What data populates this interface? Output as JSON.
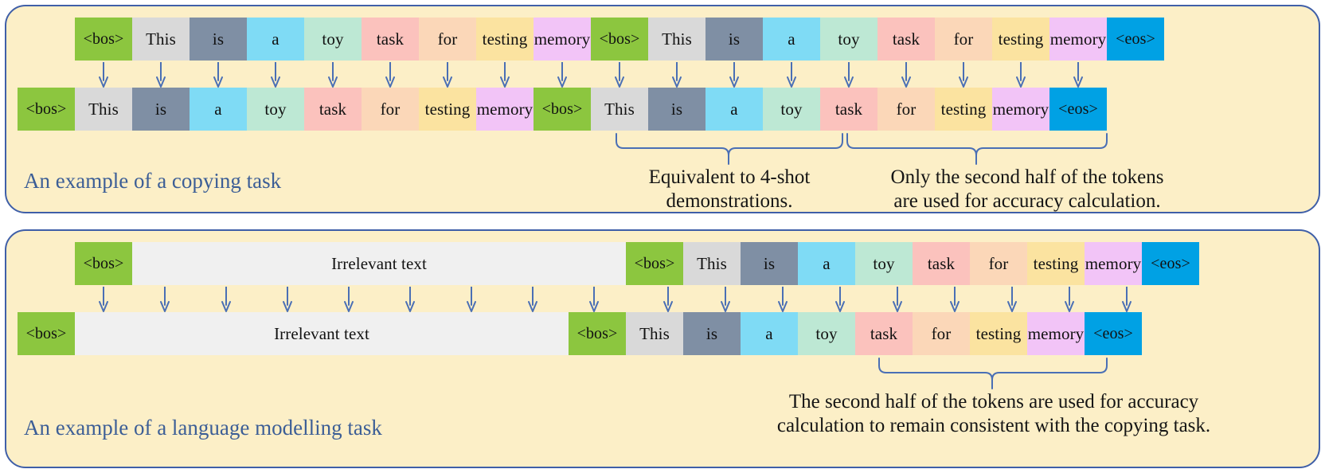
{
  "colors": {
    "panel_bg": "#FCEFC7",
    "panel_border": "#3F5FA8",
    "caption_text": "#3C5E96",
    "arrow": "#4A6FB5",
    "brace": "#4A6FB5",
    "bos": "#8CC63F",
    "eos": "#00A1E4",
    "this": "#D9D9D9",
    "is": "#7F8FA4",
    "a": "#7FDBF5",
    "toy": "#BDE8D4",
    "task": "#FBC2BD",
    "for": "#FBD7B8",
    "testing": "#FBE3A0",
    "memory": "#F2C4F7",
    "irrelevant": "#F0F0F0"
  },
  "panels": [
    {
      "id": "copying",
      "caption": "An example of a copying task",
      "input_row": {
        "label": "input-token-row",
        "tokens": [
          {
            "text": "<bos>",
            "color_key": "bos"
          },
          {
            "text": "This",
            "color_key": "this"
          },
          {
            "text": "is",
            "color_key": "is"
          },
          {
            "text": "a",
            "color_key": "a"
          },
          {
            "text": "toy",
            "color_key": "toy"
          },
          {
            "text": "task",
            "color_key": "task"
          },
          {
            "text": "for",
            "color_key": "for"
          },
          {
            "text": "testing",
            "color_key": "testing"
          },
          {
            "text": "memory",
            "color_key": "memory"
          },
          {
            "text": "<bos>",
            "color_key": "bos"
          },
          {
            "text": "This",
            "color_key": "this"
          },
          {
            "text": "is",
            "color_key": "is"
          },
          {
            "text": "a",
            "color_key": "a"
          },
          {
            "text": "toy",
            "color_key": "toy"
          },
          {
            "text": "task",
            "color_key": "task"
          },
          {
            "text": "for",
            "color_key": "for"
          },
          {
            "text": "testing",
            "color_key": "testing"
          },
          {
            "text": "memory",
            "color_key": "memory"
          },
          {
            "text": "<eos>",
            "color_key": "eos"
          }
        ]
      },
      "output_row": {
        "label": "output-token-row",
        "tokens": [
          {
            "text": "<bos>",
            "color_key": "bos"
          },
          {
            "text": "This",
            "color_key": "this"
          },
          {
            "text": "is",
            "color_key": "is"
          },
          {
            "text": "a",
            "color_key": "a"
          },
          {
            "text": "toy",
            "color_key": "toy"
          },
          {
            "text": "task",
            "color_key": "task"
          },
          {
            "text": "for",
            "color_key": "for"
          },
          {
            "text": "testing",
            "color_key": "testing"
          },
          {
            "text": "memory",
            "color_key": "memory"
          },
          {
            "text": "<bos>",
            "color_key": "bos"
          },
          {
            "text": "This",
            "color_key": "this"
          },
          {
            "text": "is",
            "color_key": "is"
          },
          {
            "text": "a",
            "color_key": "a"
          },
          {
            "text": "toy",
            "color_key": "toy"
          },
          {
            "text": "task",
            "color_key": "task"
          },
          {
            "text": "for",
            "color_key": "for"
          },
          {
            "text": "testing",
            "color_key": "testing"
          },
          {
            "text": "memory",
            "color_key": "memory"
          },
          {
            "text": "<eos>",
            "color_key": "eos"
          }
        ]
      },
      "annotations": [
        {
          "id": "demo-note",
          "lines": [
            "Equivalent to 4-shot",
            "demonstrations."
          ]
        },
        {
          "id": "accuracy-note",
          "lines": [
            "Only the second half of the tokens",
            "are used for accuracy calculation."
          ]
        }
      ]
    },
    {
      "id": "language-modelling",
      "caption": "An example of a language modelling task",
      "input_row": {
        "label": "input-token-row",
        "tokens": [
          {
            "text": "<bos>",
            "color_key": "bos"
          },
          {
            "text": "Irrelevant text",
            "color_key": "irrelevant"
          },
          {
            "text": "<bos>",
            "color_key": "bos"
          },
          {
            "text": "This",
            "color_key": "this"
          },
          {
            "text": "is",
            "color_key": "is"
          },
          {
            "text": "a",
            "color_key": "a"
          },
          {
            "text": "toy",
            "color_key": "toy"
          },
          {
            "text": "task",
            "color_key": "task"
          },
          {
            "text": "for",
            "color_key": "for"
          },
          {
            "text": "testing",
            "color_key": "testing"
          },
          {
            "text": "memory",
            "color_key": "memory"
          },
          {
            "text": "<eos>",
            "color_key": "eos"
          }
        ]
      },
      "output_row": {
        "label": "output-token-row",
        "tokens": [
          {
            "text": "<bos>",
            "color_key": "bos"
          },
          {
            "text": "Irrelevant text",
            "color_key": "irrelevant"
          },
          {
            "text": "<bos>",
            "color_key": "bos"
          },
          {
            "text": "This",
            "color_key": "this"
          },
          {
            "text": "is",
            "color_key": "is"
          },
          {
            "text": "a",
            "color_key": "a"
          },
          {
            "text": "toy",
            "color_key": "toy"
          },
          {
            "text": "task",
            "color_key": "task"
          },
          {
            "text": "for",
            "color_key": "for"
          },
          {
            "text": "testing",
            "color_key": "testing"
          },
          {
            "text": "memory",
            "color_key": "memory"
          },
          {
            "text": "<eos>",
            "color_key": "eos"
          }
        ]
      },
      "annotations": [
        {
          "id": "accuracy-note",
          "lines": [
            "The second half of the tokens are used for accuracy",
            "calculation to remain consistent with the copying task."
          ]
        }
      ]
    }
  ]
}
